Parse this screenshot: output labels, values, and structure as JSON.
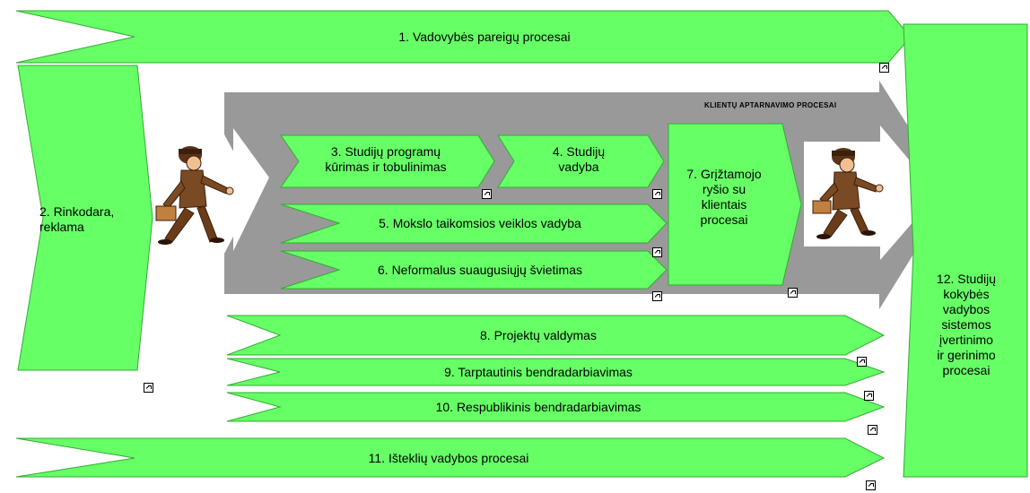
{
  "processes": {
    "p1": "1. Vadovybės pareigų procesai",
    "p2": "2. Rinkodara,\nreklama",
    "p3": "3. Studijų programų\nkūrimas ir tobulinimas",
    "p4": "4. Studijų\nvadyba",
    "p5": "5. Mokslo taikomsios veiklos vadyba",
    "p6": "6. Neformalus suaugusiųjų švietimas",
    "p7": "7. Grįžtamojo\nryšio su\nklientais\nprocesai",
    "p8": "8. Projektų valdymas",
    "p9": "9. Tarptautinis  bendradarbiavimas",
    "p10": "10. Respublikinis bendradarbiavimas",
    "p11": "11. Išteklių vadybos procesai",
    "p12": "12. Studijų\nkokybės\nvadybos\nsistemos\n    įvertinimo\nir gerinimo\nprocesai"
  },
  "banner": "KLIENTŲ APTARNAVIMO PROCESAI",
  "icons": [
    "shortcut-arrow-icon",
    "walking-man-icon"
  ],
  "colors": {
    "shape_fill": "#66ff66",
    "shape_stroke": "#33aa33",
    "band": "#999999"
  }
}
